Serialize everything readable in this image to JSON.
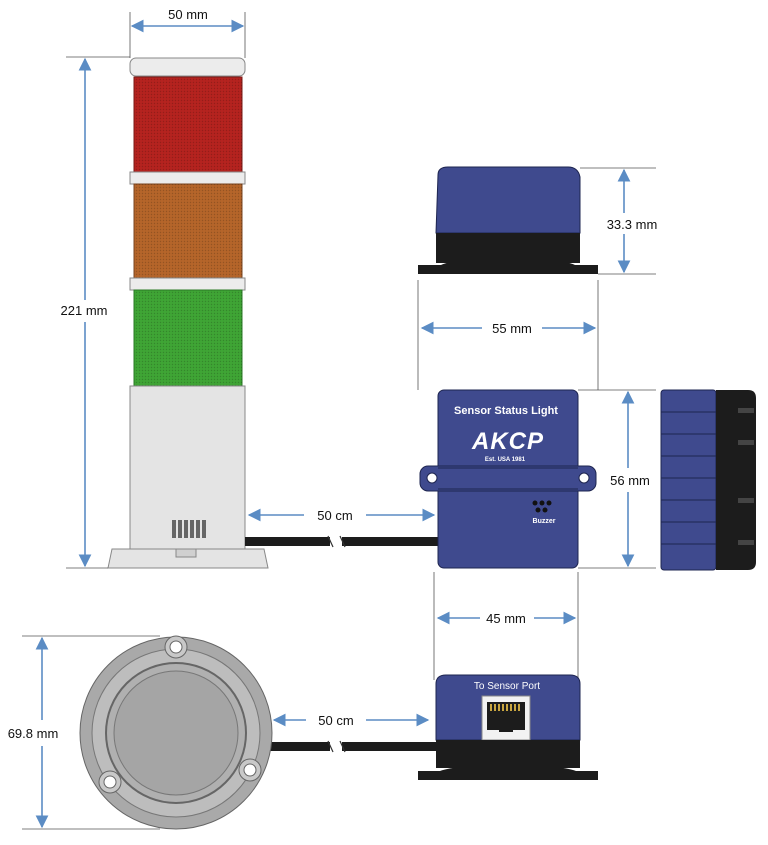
{
  "dimensions": {
    "tower_width": "50 mm",
    "tower_height": "221 mm",
    "cable_top": "50 cm",
    "cable_bottom": "50 cm",
    "box_height_side": "33.3 mm",
    "box_width_top": "55 mm",
    "box_height_front": "56 mm",
    "box_width_bottom": "45 mm",
    "round_diameter": "69.8 mm"
  },
  "device": {
    "title": "Sensor Status Light",
    "logo_text": "AKCP",
    "tagline": "Est. USA 1981",
    "buzzer_label": "Buzzer",
    "port_label": "To Sensor Port"
  },
  "colors": {
    "arrow": "#5b8cc4",
    "box_blue": "#3f4a8e",
    "box_black": "#1c1c1c",
    "light_red": "#b5231f",
    "light_amber": "#b5652a",
    "light_green": "#3fa535",
    "base_gray": "#e4e4e4"
  }
}
